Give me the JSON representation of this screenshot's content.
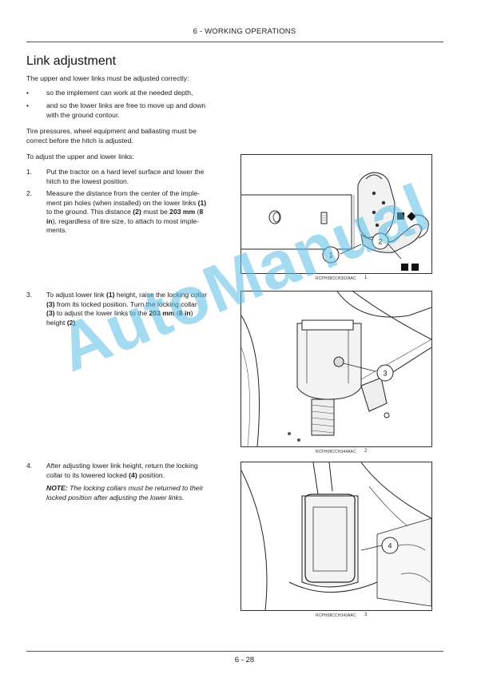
{
  "header": {
    "section": "6 - WORKING OPERATIONS"
  },
  "title": "Link adjustment",
  "intro": "The upper and lower links must be adjusted correctly:",
  "bullets": [
    {
      "mark": "•",
      "line1": "so the implement can work at the needed depth,",
      "line2": ""
    },
    {
      "mark": "•",
      "line1": "and so the lower links are free to move up and down",
      "line2": "with the ground contour."
    }
  ],
  "para_tire": {
    "line1": "Tire pressures, wheel equipment and ballasting must be",
    "line2": "correct before the hitch is adjusted."
  },
  "para_adjust": "To adjust the upper and lower links:",
  "steps": {
    "s1": {
      "num": "1.",
      "line1": "Put the tractor on a hard level surface and lower the",
      "line2": "hitch to the lowest position."
    },
    "s2": {
      "num": "2.",
      "line1": "Measure the distance from the center of the imple-",
      "line2": "ment pin holes (when installed) on the lower links ",
      "ref1": "(1)",
      "line3": "to the ground.  This distance ",
      "ref2": "(2)",
      "line3b": " must be ",
      "val1": "203 mm",
      "line3c": " (",
      "val2": "8",
      "line4a": "in",
      "line4b": "), regardless of tire size, to attach to most imple-",
      "line5": "ments."
    },
    "s3": {
      "num": "3.",
      "t1": "To adjust lower link ",
      "r1": "(1)",
      "t2": " height, raise the locking collar",
      "r2": "(3)",
      "t3": " from its locked position.  Turn the locking collar",
      "r3": "(3)",
      "t4": " to adjust the lower links to the ",
      "v1": "203 mm",
      "t5": " (",
      "v2": "8",
      "t6": " ",
      "v3": "in",
      "t7": ")",
      "t8": "height ",
      "r4": "(2)",
      "t9": "."
    },
    "s4": {
      "num": "4.",
      "line1": "After adjusting lower link height, return the locking",
      "line2a": "collar to its lowered locked ",
      "ref": "(4)",
      "line2b": " position."
    }
  },
  "note": {
    "label": "NOTE:",
    "line1": " The locking collars must be returned to their",
    "line2": "locked position after adjusting the lower links."
  },
  "figures": [
    {
      "code": "RCPH08CCH302AAC",
      "num": "1",
      "callouts": [
        "1",
        "2"
      ]
    },
    {
      "code": "RCPH08CCH344AAC",
      "num": "2",
      "callouts": [
        "3"
      ]
    },
    {
      "code": "RCPH08CCH343AAC",
      "num": "3",
      "callouts": [
        "4"
      ]
    }
  ],
  "watermark": "AutoManual",
  "footer": {
    "page": "6 - 28"
  }
}
